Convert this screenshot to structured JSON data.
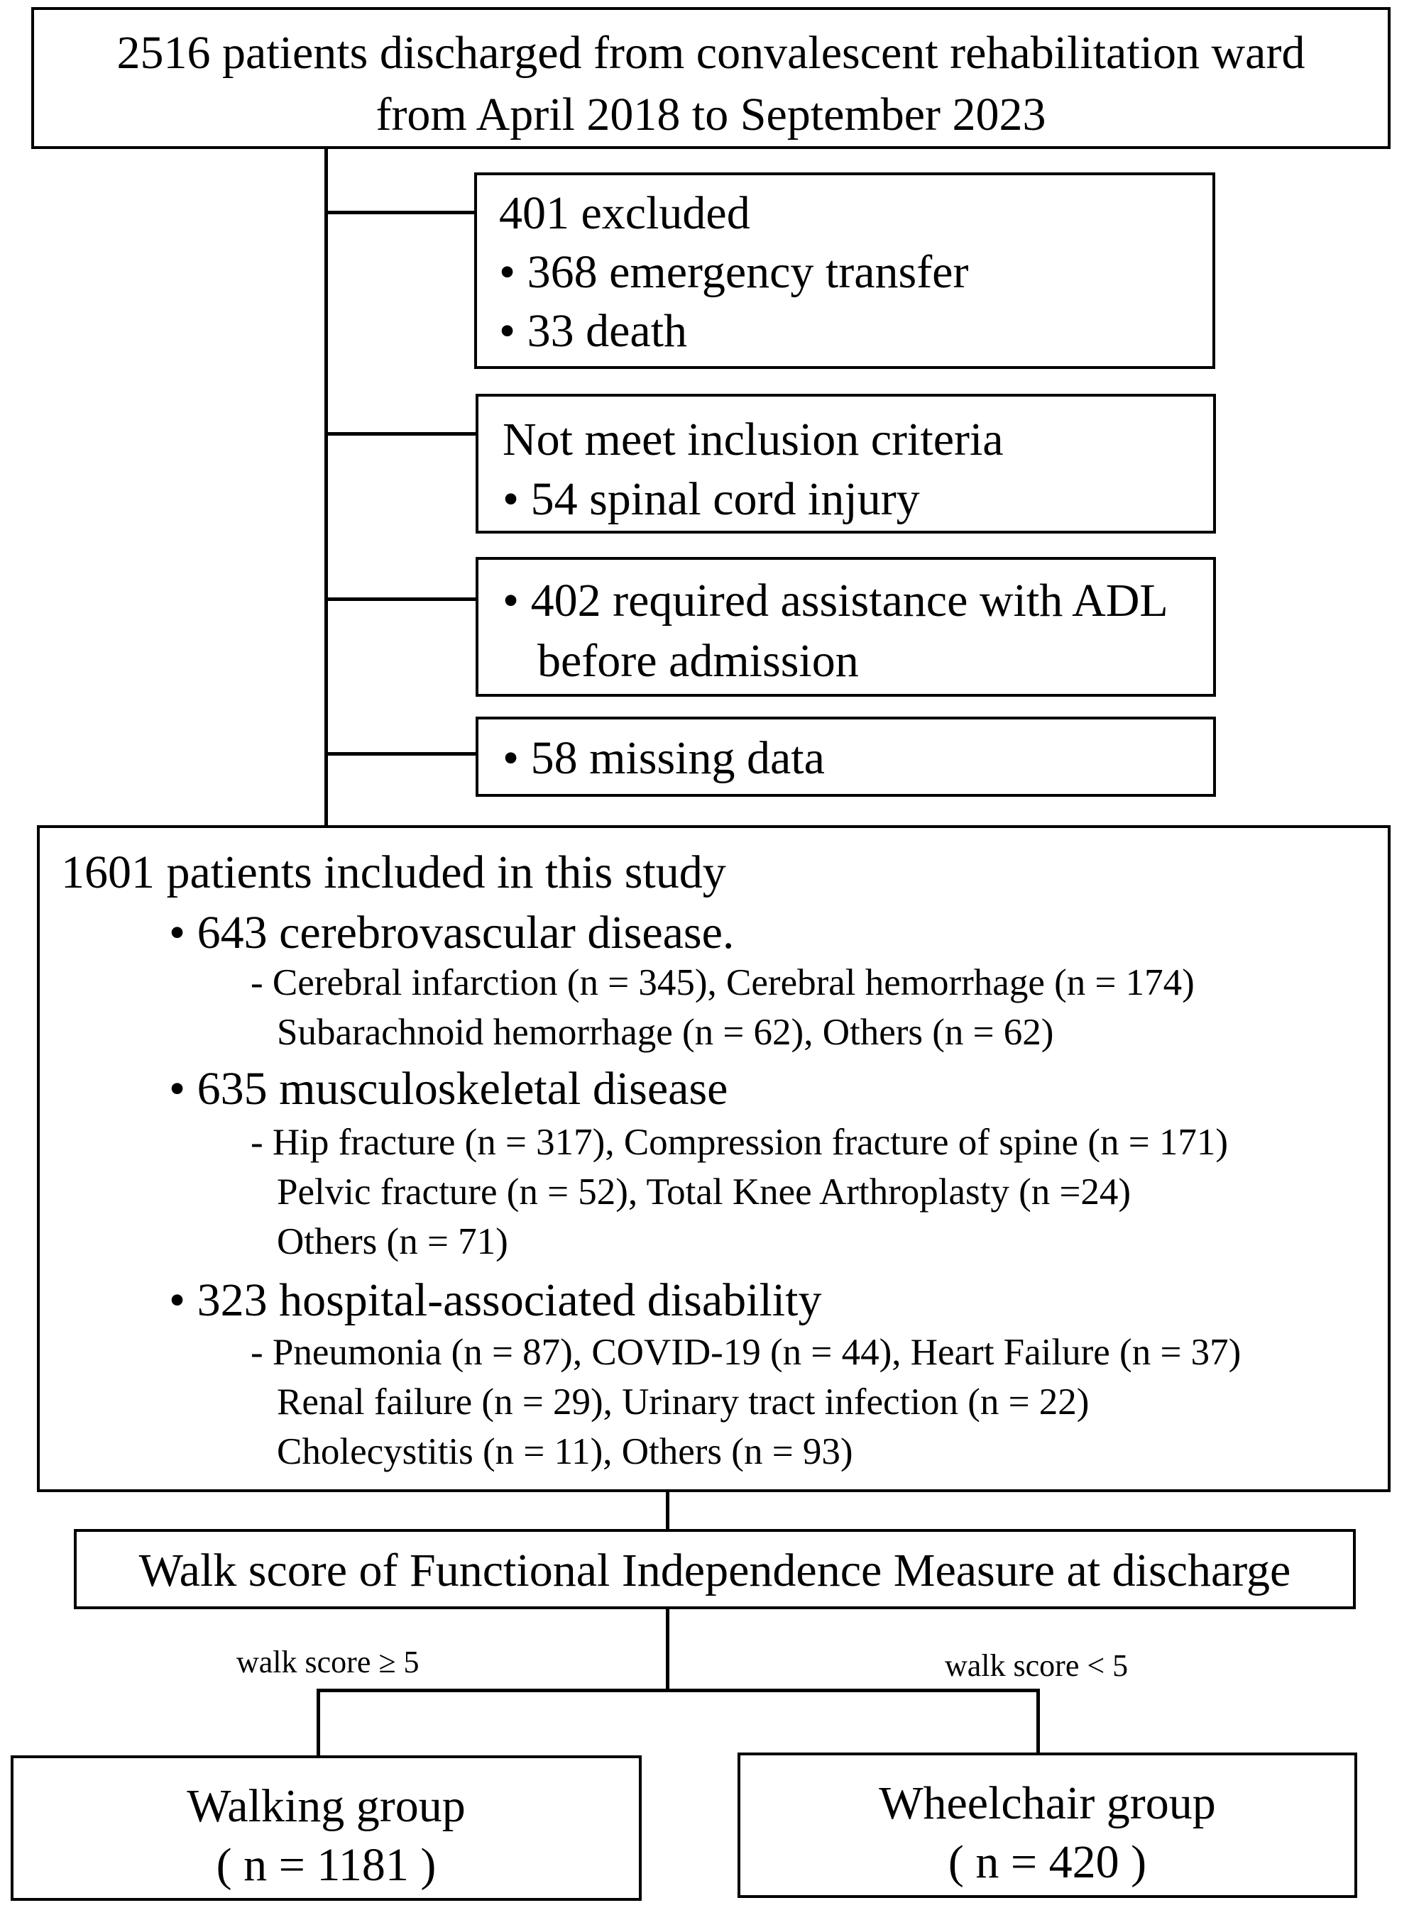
{
  "top": {
    "line1": "2516 patients discharged from convalescent rehabilitation ward",
    "line2": "from April 2018 to September 2023"
  },
  "excluded": {
    "title": "401 excluded",
    "items": [
      "• 368 emergency transfer",
      "• 33 death"
    ]
  },
  "inclusion": {
    "title": "Not meet inclusion criteria",
    "item": "• 54 spinal cord injury"
  },
  "adl": {
    "line1": "• 402 required assistance with ADL",
    "line2": "before admission"
  },
  "missing": {
    "item": "• 58 missing data"
  },
  "included": {
    "title": "1601 patients included in this study",
    "cv": {
      "heading": "• 643 cerebrovascular disease.",
      "lines": [
        "- Cerebral infarction (n = 345), Cerebral hemorrhage (n = 174)",
        "Subarachnoid hemorrhage (n = 62), Others (n = 62)"
      ]
    },
    "ms": {
      "heading": "• 635 musculoskeletal disease",
      "lines": [
        "- Hip fracture (n = 317), Compression fracture of spine (n = 171)",
        "Pelvic fracture (n = 52), Total Knee Arthroplasty (n =24)",
        "Others (n = 71)"
      ]
    },
    "had": {
      "heading": "• 323 hospital-associated disability",
      "lines": [
        "- Pneumonia (n = 87), COVID-19 (n = 44), Heart Failure (n = 37)",
        "Renal failure (n = 29), Urinary tract infection (n = 22)",
        "Cholecystitis (n = 11), Others (n = 93)"
      ]
    }
  },
  "walk_score": {
    "title": "Walk score of Functional Independence Measure at discharge"
  },
  "branches": {
    "left_label": "walk score ≥ 5",
    "right_label": "walk score < 5"
  },
  "walking": {
    "title": "Walking group",
    "n": "( n = 1181 )"
  },
  "wheelchair": {
    "title": "Wheelchair group",
    "n": "( n = 420 )"
  }
}
